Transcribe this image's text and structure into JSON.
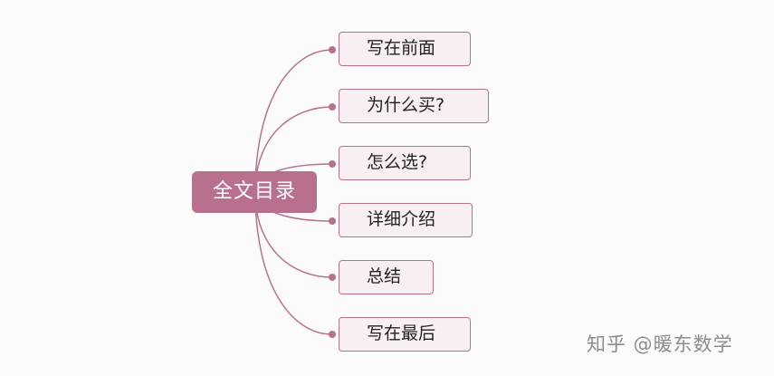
{
  "root": {
    "label": "全文目录"
  },
  "branches": [
    {
      "label": "写在前面"
    },
    {
      "label": "为什么买?"
    },
    {
      "label": "怎么选?"
    },
    {
      "label": "详细介绍"
    },
    {
      "label": "总结"
    },
    {
      "label": "写在最后"
    }
  ],
  "watermark": "知乎 @暖东数学",
  "colors": {
    "accent": "#b8708e",
    "branch_fill": "#f8eff3",
    "text": "#222222",
    "watermark": "#8c8c8c"
  }
}
